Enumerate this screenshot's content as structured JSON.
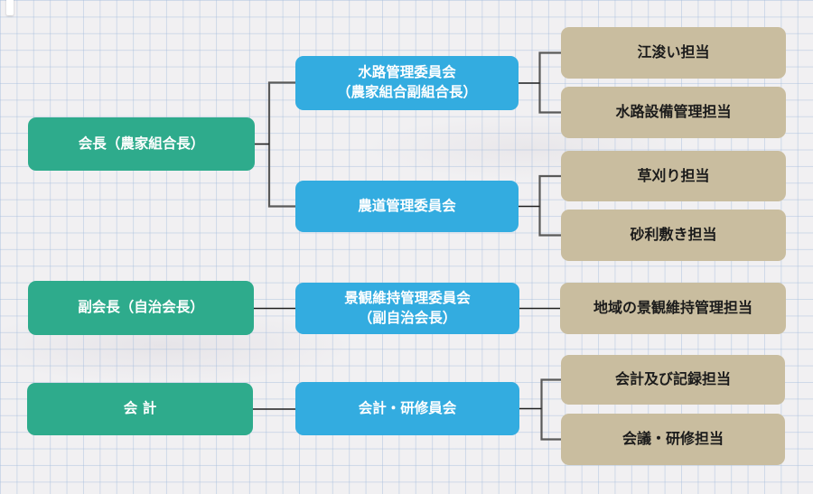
{
  "colors": {
    "role_green": "#2eab8c",
    "committee_blue": "#33ace0",
    "assignment_tan": "#c9bd9f",
    "paper": "#f1f0f2",
    "connector_elbow": "#595959",
    "connector_straight": "#1f1f1f"
  },
  "org_chart": {
    "roles": [
      "会長（農家組合長）",
      "副会長（自治会長）",
      "会 計"
    ],
    "committees": [
      "水路管理委員会\n（農家組合副組合長）",
      "農道管理委員会",
      "景観維持管理委員会\n（副自治会長）",
      "会計・研修員会"
    ],
    "assignments": [
      "江浚い担当",
      "水路設備管理担当",
      "草刈り担当",
      "砂利敷き担当",
      "地域の景観維持管理担当",
      "会計及び記録担当",
      "会議・研修担当"
    ]
  }
}
